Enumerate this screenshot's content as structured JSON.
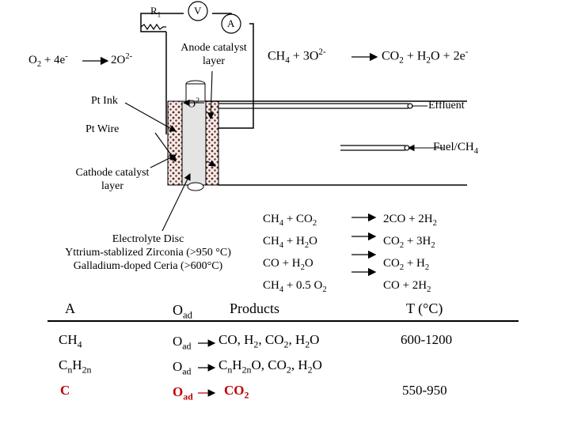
{
  "diagram": {
    "r1_label": "R",
    "r1_sub": "1",
    "voltmeter": "V",
    "ammeter": "A",
    "anode_catalyst": [
      "Anode catalyst",
      "layer"
    ],
    "cathode_reaction": {
      "lhs": "O",
      "lhs_sub": "2",
      "lhs_rest": " + 4e",
      "lhs_sup": "-",
      "rhs": "2O",
      "rhs_sup": "2-"
    },
    "anode_reaction": {
      "lhs": "CH",
      "lhs_sub": "4",
      "lhs_rest": " + 3O",
      "lhs_sup": "2-",
      "rhs": "CO",
      "rhs_sub": "2",
      "rhs_mid": " + H",
      "rhs_sub2": "2",
      "rhs_rest": "O + 2e",
      "rhs_sup": "-"
    },
    "pt_ink": "Pt Ink",
    "o2_ion": "O",
    "o2_ion_sup": "2-",
    "effluent": "Effluent",
    "pt_wire": "Pt Wire",
    "fuel": "Fuel/CH",
    "fuel_sub": "4",
    "cathode_catalyst": [
      "Cathode catalyst",
      "layer"
    ],
    "electrolyte": [
      "Electrolyte Disc",
      "Yttrium-stablized Zirconia (>950 °C)",
      "Galladium-doped Ceria (>600°C)"
    ],
    "reforming_lhs": [
      {
        "a": "CH",
        "a_sub": "4",
        "b": " + CO",
        "b_sub": "2",
        "c": ""
      },
      {
        "a": "CH",
        "a_sub": "4",
        "b": " + H",
        "b_sub": "2",
        "c": "O"
      },
      {
        "a": "CO + H",
        "a_sub": "2",
        "b": "O",
        "b_sub": "",
        "c": ""
      },
      {
        "a": "CH",
        "a_sub": "4",
        "b": " + 0.5 O",
        "b_sub": "2",
        "c": ""
      }
    ],
    "reforming_rhs": [
      {
        "a": "2CO + 2H",
        "a_sub": "2",
        "b": "",
        "b_sub": "",
        "c": ""
      },
      {
        "a": "CO",
        "a_sub": "2",
        "b": " + 3H",
        "b_sub": "2",
        "c": ""
      },
      {
        "a": "CO",
        "a_sub": "2",
        "b": " + H",
        "b_sub": "2",
        "c": ""
      },
      {
        "a": "CO + 2H",
        "a_sub": "2",
        "b": "",
        "b_sub": "",
        "c": ""
      }
    ]
  },
  "table": {
    "headers": {
      "a": "A",
      "o": "O",
      "o_sub": "ad",
      "products": "Products",
      "t": "T (°C)"
    },
    "rows": [
      {
        "a": "CH",
        "a_sub": "4",
        "a_rest": "",
        "a_sub2": "",
        "o": "O",
        "o_sub": "ad",
        "p": "CO, H",
        "p_sub": "2",
        "p2": ", CO",
        "p_sub2": "2",
        "p3": ", H",
        "p_sub3": "2",
        "p4": "O",
        "t": "600-1200",
        "highlight": false
      },
      {
        "a": "C",
        "a_sub": "n",
        "a_rest": "H",
        "a_sub2": "2n",
        "o": "O",
        "o_sub": "ad",
        "p": "C",
        "p_sub": "n",
        "p2": "H",
        "p_sub2": "2n",
        "p3": "O, CO",
        "p_sub3": "2",
        "p4": ", H",
        "p_sub4": "2",
        "p5": "O",
        "t": "",
        "highlight": false
      },
      {
        "a": "C",
        "a_sub": "",
        "o": "O",
        "o_sub": "ad",
        "p": "CO",
        "p_sub": "2",
        "t": "550-950",
        "highlight": true
      }
    ]
  },
  "colors": {
    "highlight": "#c00000",
    "dot": "#5a2a1a",
    "disc_fill": "#d9d9d9",
    "catalyst_fill": "#f3dede"
  }
}
